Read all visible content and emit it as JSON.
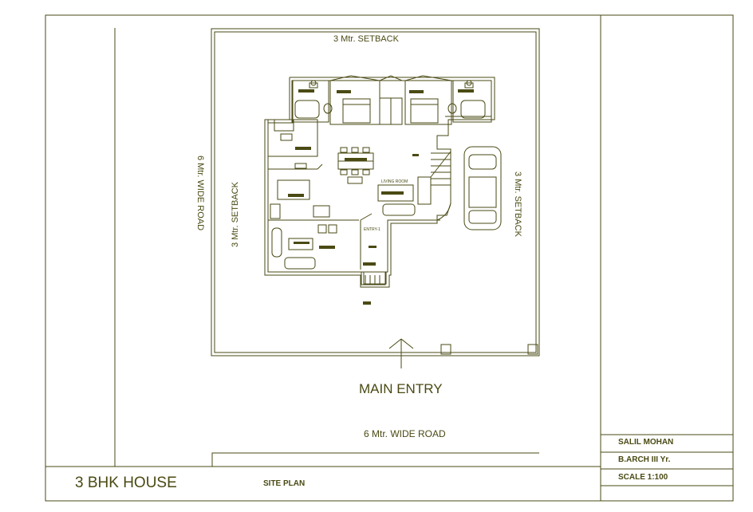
{
  "drawing": {
    "setback_top": "3 Mtr. SETBACK",
    "setback_left": "3 Mtr. SETBACK",
    "setback_right": "3 Mtr. SETBACK",
    "road_left": "6 Mtr. WIDE ROAD",
    "road_bottom": "6 Mtr. WIDE ROAD",
    "main_entry": "MAIN ENTRY",
    "living_room": "LIVING ROOM",
    "entry_1": "ENTRY-1"
  },
  "title_block": {
    "project_title": "3 BHK HOUSE",
    "sheet_name": "SITE PLAN",
    "author": "SALIL MOHAN",
    "course": "B.ARCH III Yr.",
    "scale": "SCALE 1:100"
  },
  "colors": {
    "line": "#4a4a14",
    "paper": "#ffffff"
  }
}
